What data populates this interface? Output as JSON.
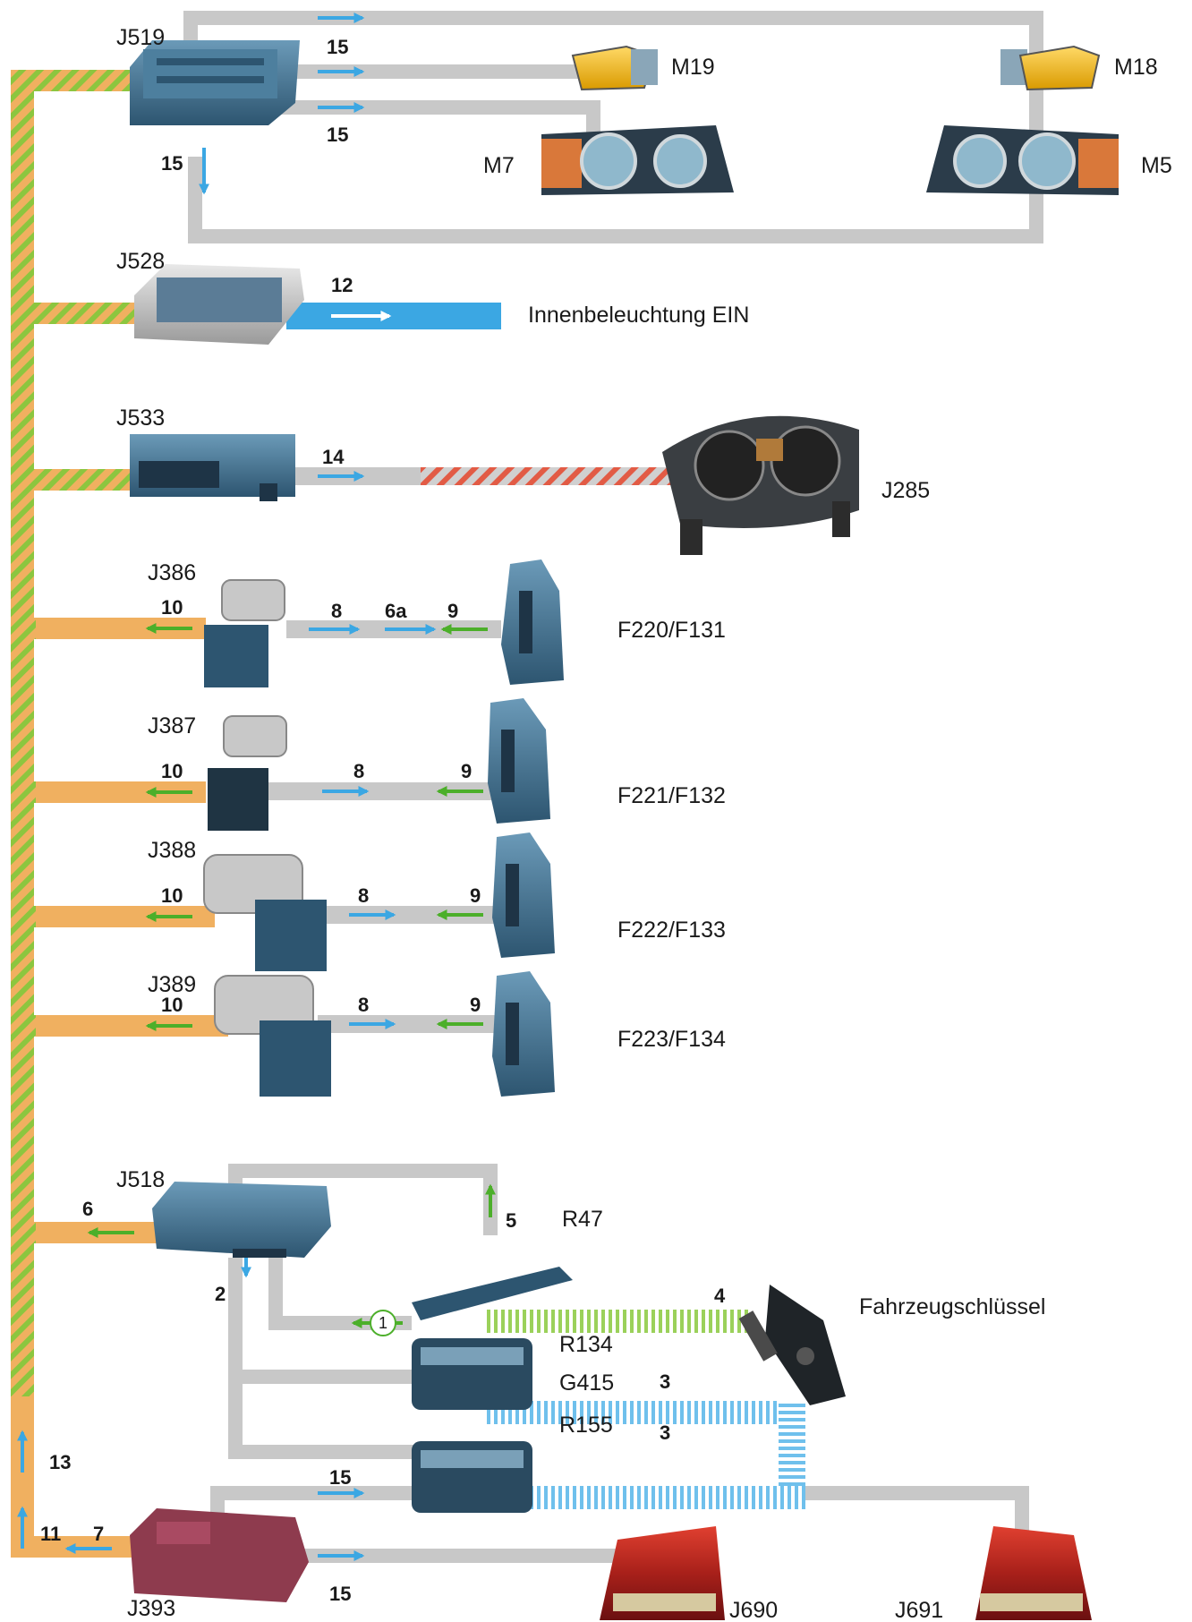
{
  "colors": {
    "line_gray": "#c8c8c8",
    "can_orange": "#f0b060",
    "can_green": "#8cc63f",
    "can_red": "#e25b45",
    "signal_blue": "#3ba7e3",
    "signal_green": "#4caf2a",
    "module_blue": "#3d6f8f",
    "module_dark": "#2f4a5c",
    "rear_lamp_red": "#c0281c",
    "j393_maroon": "#8e3b4e"
  },
  "components": {
    "j519": "J519",
    "m19": "M19",
    "m18": "M18",
    "m7": "M7",
    "m5": "M5",
    "j528": "J528",
    "interior_light": "Innenbeleuchtung EIN",
    "j533": "J533",
    "j285": "J285",
    "j386": "J386",
    "f220": "F220/F131",
    "j387": "J387",
    "f221": "F221/F132",
    "j388": "J388",
    "f222": "F222/F133",
    "j389": "J389",
    "f223": "F223/F134",
    "j518": "J518",
    "r47": "R47",
    "key": "Fahrzeugschlüssel",
    "r134": "R134",
    "g415": "G415",
    "r155": "R155",
    "j393": "J393",
    "j690": "J690",
    "j691": "J691"
  },
  "steps": {
    "s15_top": "15",
    "s15_mid": "15",
    "s15_left": "15",
    "s12": "12",
    "s14": "14",
    "s10_a": "10",
    "s8_a": "8",
    "s6a": "6a",
    "s9_a": "9",
    "s10_b": "10",
    "s8_b": "8",
    "s9_b": "9",
    "s10_c": "10",
    "s8_c": "8",
    "s9_c": "9",
    "s10_d": "10",
    "s8_d": "8",
    "s9_d": "9",
    "s6": "6",
    "s5": "5",
    "s4": "4",
    "s1": "1",
    "s2": "2",
    "s3_a": "3",
    "s3_b": "3",
    "s13": "13",
    "s11": "11",
    "s7": "7",
    "s15_j393_top": "15",
    "s15_j393_bot": "15"
  }
}
